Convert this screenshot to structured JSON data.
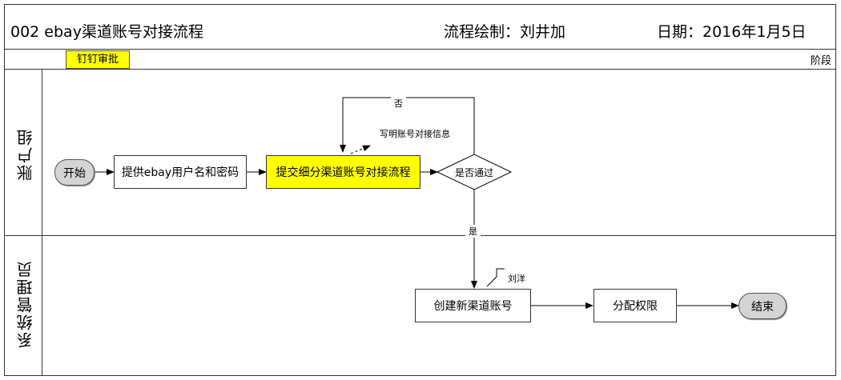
{
  "header": {
    "title": "002 ebay渠道账号对接流程",
    "author": "流程绘制：刘井加",
    "date": "日期：2016年1月5日"
  },
  "phase": {
    "tag": "钉钉审批",
    "label": "阶段"
  },
  "lanes": [
    {
      "label": "账户组"
    },
    {
      "label": "系统管理员"
    }
  ],
  "nodes": {
    "start": "开始",
    "provide": "提供ebay用户名和密码",
    "submit": "提交细分渠道账号对接流程",
    "decision": "是否通过",
    "create": "创建新渠道账号",
    "assign": "分配权限",
    "end": "结束"
  },
  "edges": {
    "no": "否",
    "yes": "是"
  },
  "annotations": {
    "write_info": "写明账号对接信息",
    "owner": "刘洋"
  },
  "colors": {
    "highlight": "#ffff00",
    "terminal": "#d4d4d4"
  }
}
